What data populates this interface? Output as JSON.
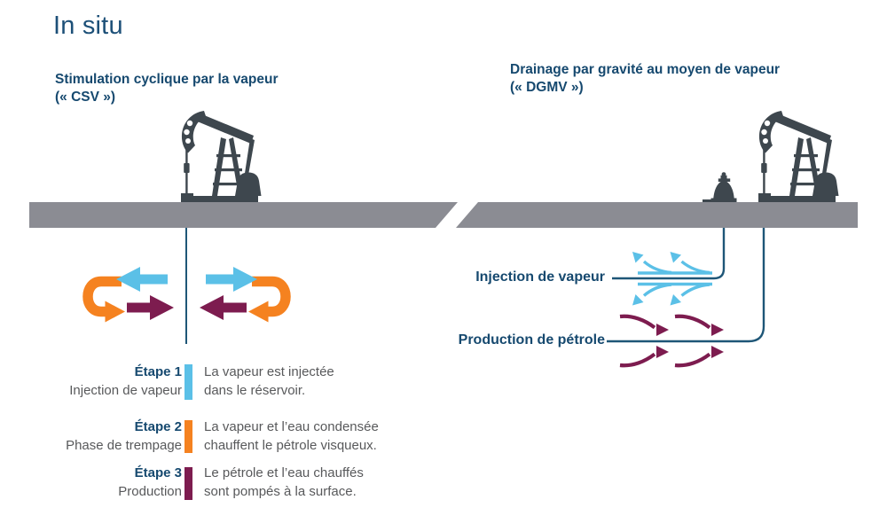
{
  "title": "In situ",
  "left_panel": {
    "heading_line1": "Stimulation cyclique par la vapeur",
    "heading_line2": "(« CSV »)"
  },
  "right_panel": {
    "heading_line1": "Drainage par gravité au moyen de vapeur",
    "heading_line2": "(« DGMV »)",
    "injection_label": "Injection de vapeur",
    "production_label": "Production de pétrole"
  },
  "legend": {
    "rows": [
      {
        "stage": "Étape 1",
        "name": "Injection de vapeur",
        "color": "#5bc0e7",
        "desc_line1": "La vapeur est injectée",
        "desc_line2": "dans le réservoir."
      },
      {
        "stage": "Étape 2",
        "name": "Phase de trempage",
        "color": "#f58220",
        "desc_line1": "La vapeur et l’eau condensée",
        "desc_line2": "chauffent le pétrole visqueux."
      },
      {
        "stage": "Étape 3",
        "name": "Production",
        "color": "#7d1c4f",
        "desc_line1": "Le pétrole et l’eau chauffés",
        "desc_line2": "sont pompés à la surface."
      }
    ]
  },
  "icons": {
    "pumpjack": "pumpjack-icon",
    "wellhead": "wellhead-icon"
  },
  "colors": {
    "heading_navy": "#16496f",
    "title_navy": "#1d5078",
    "body_gray": "#58595b",
    "ground_gray": "#8b8c93",
    "silhouette": "#3e474e",
    "pipe_navy": "#1e5677",
    "steam_cyan": "#5bc0e7",
    "soak_orange": "#f58220",
    "oil_maroon": "#7d1c4f"
  }
}
